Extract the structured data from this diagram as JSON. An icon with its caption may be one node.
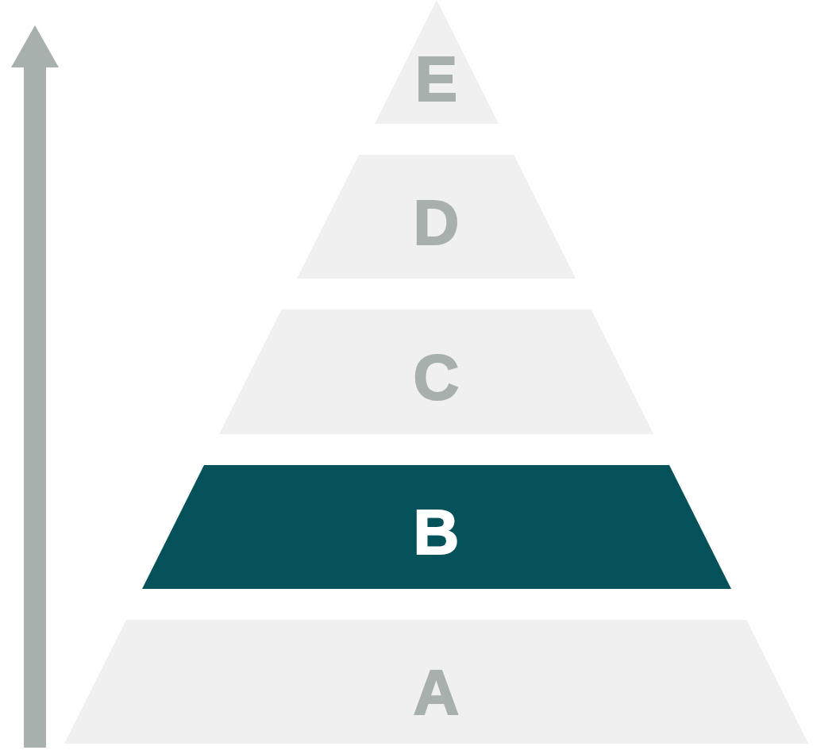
{
  "diagram": {
    "nodes": [
      {
        "text": [
          "E"
        ]
      },
      {
        "text": [
          "D"
        ]
      },
      {
        "text": [
          "C"
        ]
      },
      {
        "text": [
          "B"
        ]
      },
      {
        "text": [
          "A"
        ]
      }
    ]
  }
}
